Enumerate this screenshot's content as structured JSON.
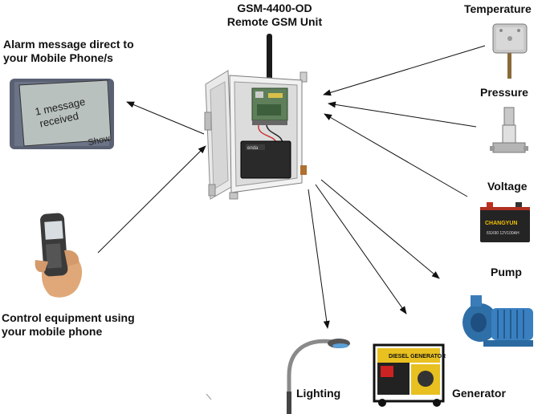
{
  "unit": {
    "title_line1": "GSM-4400-OD",
    "title_line2": "Remote GSM Unit",
    "battery_text": "enda"
  },
  "outputs_left": {
    "alarm_line1": "Alarm message direct to",
    "alarm_line2": "your Mobile Phone/s",
    "control_line1": "Control equipment using",
    "control_line2": "your mobile phone"
  },
  "phone_screen": {
    "line1": "1 message",
    "line2": "received",
    "softkey": "Show"
  },
  "sensors": {
    "temperature": "Temperature",
    "pressure": "Pressure",
    "voltage": "Voltage"
  },
  "battery_brand": "CHANGYUN",
  "battery_spec": "6SX90  12V100AH",
  "controlled": {
    "pump": "Pump",
    "lighting": "Lighting",
    "generator": "Generator"
  },
  "generator_brand": "DIESEL GENERATOR"
}
